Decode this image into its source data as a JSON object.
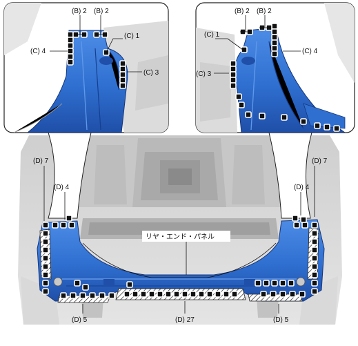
{
  "diagram": {
    "center_label": "リヤ・エンド・パネル",
    "labels": {
      "left_inset": {
        "b2_a": "(B) 2",
        "b2_b": "(B) 2",
        "c1": "(C) 1",
        "c4": "(C) 4",
        "c3": "(C) 3"
      },
      "right_inset": {
        "b2_a": "(B) 2",
        "b2_b": "(B) 2",
        "c1": "(C) 1",
        "c4": "(C) 4",
        "c3": "(C) 3"
      },
      "main": {
        "d7_left": "(D) 7",
        "d4_left": "(D) 4",
        "d7_right": "(D) 7",
        "d4_right": "(D) 4",
        "d5_left": "(D) 5",
        "d27": "(D) 27",
        "d5_right": "(D) 5"
      }
    },
    "colors": {
      "panel_blue": "#2f6fd0",
      "panel_blue_dark": "#1f4fa8",
      "body_gray": "#d4d4d4",
      "spot_weld": "#111111",
      "frame": "#222222"
    }
  }
}
